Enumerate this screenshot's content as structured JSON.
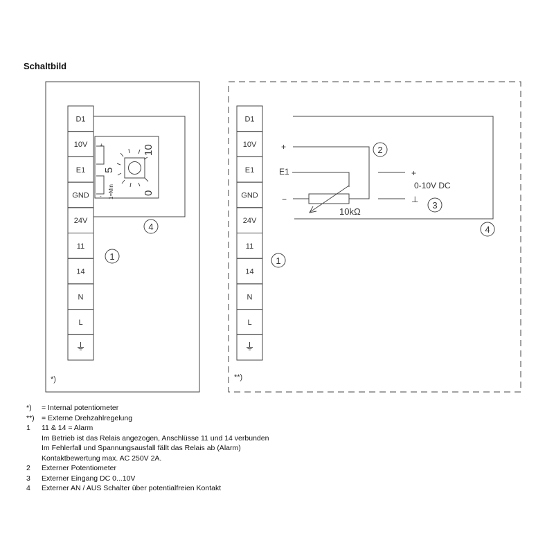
{
  "title": "Schaltbild",
  "terminals": [
    "D1",
    "10V",
    "E1",
    "GND",
    "24V",
    "11",
    "14",
    "N",
    "L"
  ],
  "ground_symbol": "⏚",
  "left_panel": {
    "note": "*)",
    "pot_labels": {
      "plus": "+",
      "minus": "-",
      "min": "1=Min",
      "five": "5",
      "ten": "10",
      "zero": "0"
    },
    "callouts": {
      "relay": "1",
      "switch": "4"
    }
  },
  "right_panel": {
    "note": "**)",
    "plus": "+",
    "minus": "−",
    "e1": "E1",
    "resistor": "10kΩ",
    "dc_plus": "+",
    "dc_label": "0-10V DC",
    "dc_ground": "⊥",
    "callouts": {
      "pot": "2",
      "input": "3",
      "switch": "4",
      "relay": "1"
    }
  },
  "legend": [
    {
      "key": "*)",
      "text": "= Internal potentiometer"
    },
    {
      "key": "**)",
      "text": "= Externe Drehzahlregelung"
    },
    {
      "key": "1",
      "text": "11 & 14 = Alarm"
    },
    {
      "key": "",
      "text": "Im Betrieb ist das Relais angezogen, Anschlüsse 11 und 14 verbunden"
    },
    {
      "key": "",
      "text": "Im Fehlerfall und Spannungsausfall fällt das Relais ab (Alarm)"
    },
    {
      "key": "",
      "text": "Kontaktbewertung max. AC 250V 2A."
    },
    {
      "key": "2",
      "text": "Externer Potentiometer"
    },
    {
      "key": "3",
      "text": "Externer Eingang DC 0...10V"
    },
    {
      "key": "4",
      "text": "Externer AN / AUS Schalter über potentialfreien Kontakt"
    }
  ]
}
